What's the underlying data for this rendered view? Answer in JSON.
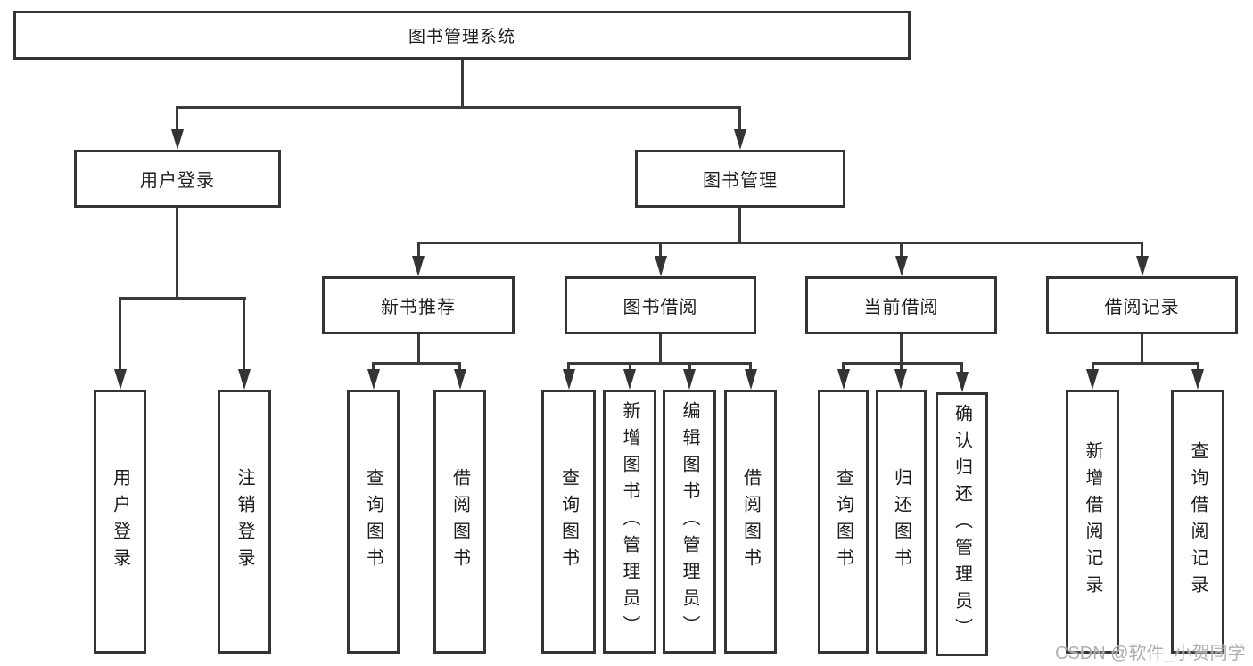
{
  "tree": {
    "root": "图书管理系统",
    "branches": [
      {
        "label": "用户登录",
        "children": [
          "用户登录",
          "注销登录"
        ]
      },
      {
        "label": "图书管理",
        "groups": [
          {
            "label": "新书推荐",
            "children": [
              "查询图书",
              "借阅图书"
            ]
          },
          {
            "label": "图书借阅",
            "children": [
              "查询图书",
              "新增图书（管理员）",
              "编辑图书（管理员）",
              "借阅图书"
            ]
          },
          {
            "label": "当前借阅",
            "children": [
              "查询图书",
              "归还图书",
              "确认归还（管理员）"
            ]
          },
          {
            "label": "借阅记录",
            "children": [
              "新增借阅记录",
              "查询借阅记录"
            ]
          }
        ]
      }
    ]
  },
  "watermark": "CSDN @软件_小贺同学",
  "colors": {
    "line": "#3a3a3a",
    "box_border": "#343434",
    "text": "#1c1c1c",
    "watermark": "#a8a8a8",
    "background": "#ffffff"
  }
}
